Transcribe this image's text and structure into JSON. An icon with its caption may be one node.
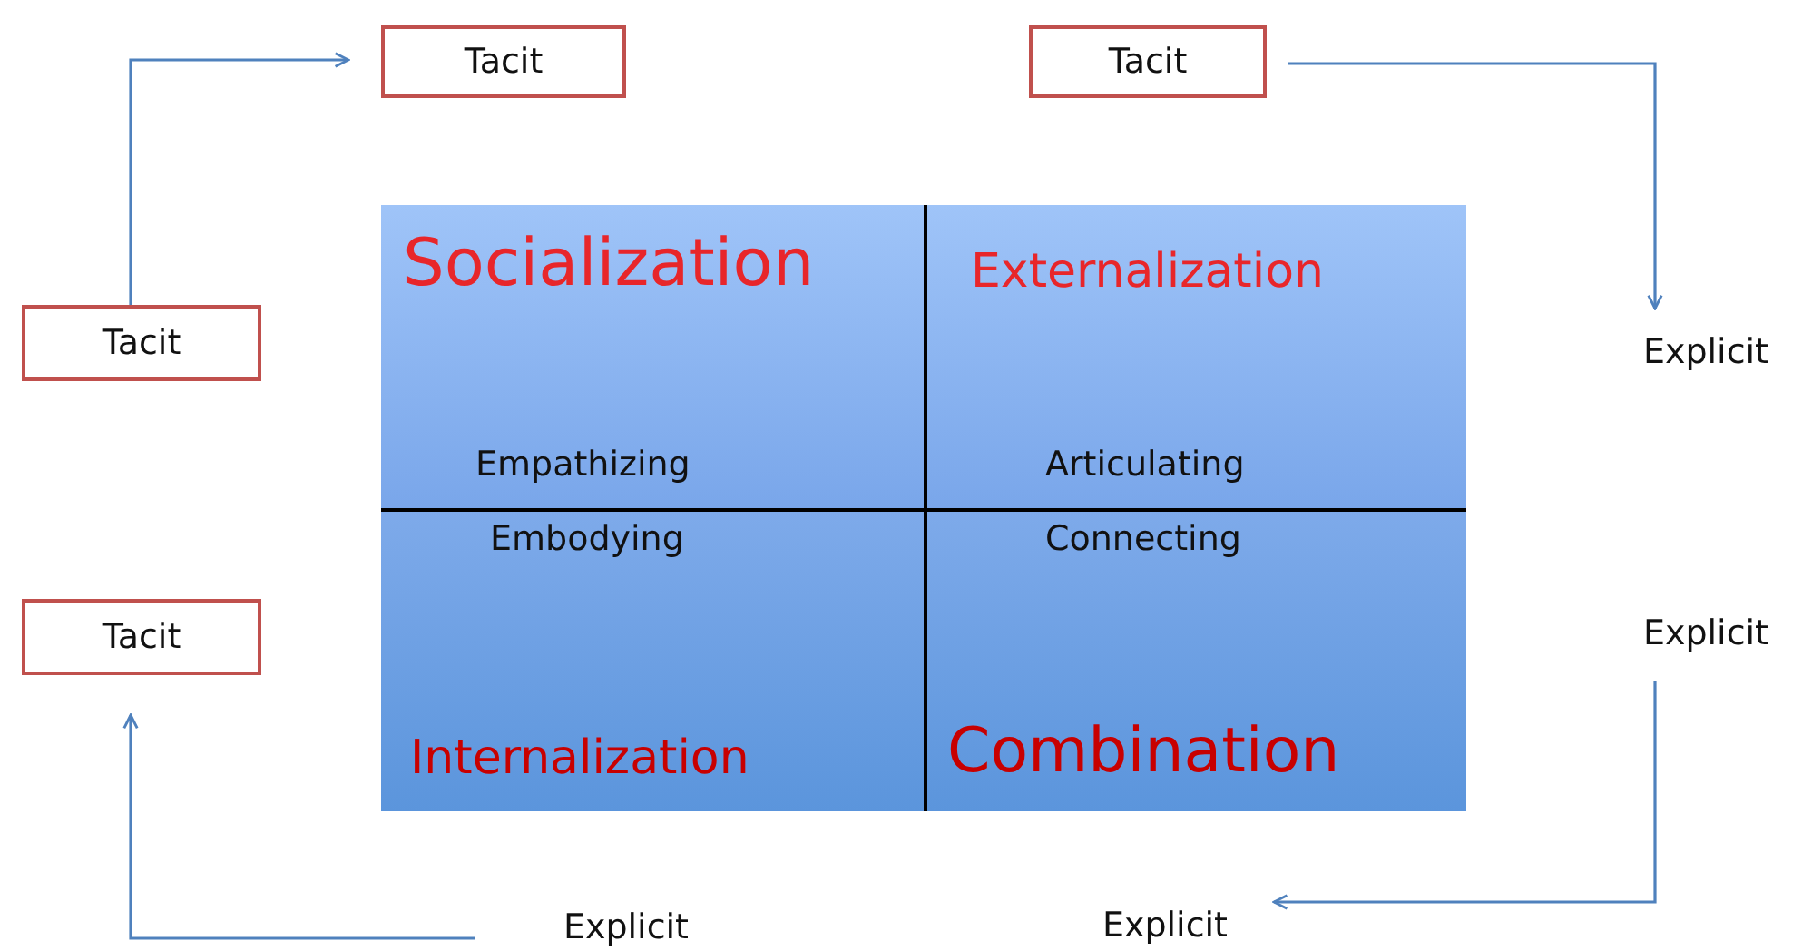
{
  "diagram": {
    "nodes": [
      {
        "text": [
          "Tacit"
        ]
      },
      {
        "text": [
          "Tacit"
        ]
      },
      {
        "text": [
          "Tacit"
        ]
      },
      {
        "text": [
          "Explicit"
        ]
      },
      {
        "text": [
          "Explicit"
        ]
      },
      {
        "text": [
          "Explicit"
        ]
      },
      {
        "text": [
          "Explicit"
        ]
      },
      {
        "text": [
          "Tacit"
        ]
      },
      {
        "text": [
          "Socialization",
          "Empathizing"
        ]
      },
      {
        "text": [
          "Externalization",
          "Articulating"
        ]
      },
      {
        "text": [
          "Embodying",
          "Internalization"
        ]
      },
      {
        "text": [
          "Connecting",
          "Combination"
        ]
      }
    ],
    "edges": [
      {
        "from": 0,
        "to": 1,
        "arrow": "to"
      },
      {
        "from": 2,
        "to": 3,
        "arrow": "to"
      },
      {
        "from": 4,
        "to": 5,
        "arrow": "to"
      },
      {
        "from": 6,
        "to": 7,
        "arrow": "to"
      }
    ]
  }
}
